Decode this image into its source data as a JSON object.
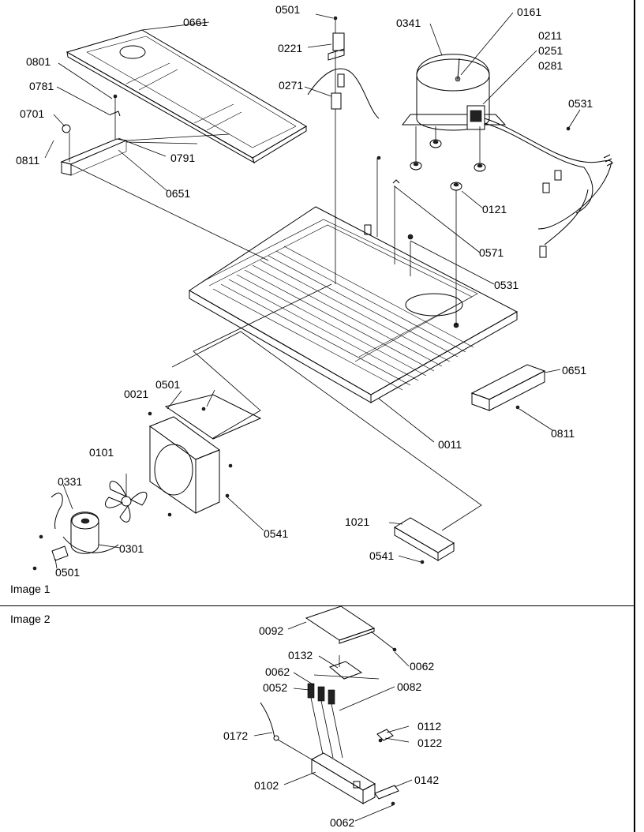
{
  "sections": {
    "image1": "Image 1",
    "image2": "Image 2"
  },
  "parts_image1": {
    "p0501_top": "0501",
    "p0161": "0161",
    "p0341": "0341",
    "p0211": "0211",
    "p0251": "0251",
    "p0281": "0281",
    "p0661": "0661",
    "p0221": "0221",
    "p0801": "0801",
    "p0781": "0781",
    "p0271": "0271",
    "p0531_top": "0531",
    "p0701": "0701",
    "p0811_left": "0811",
    "p0791": "0791",
    "p0651_left": "0651",
    "p0121": "0121",
    "p0571": "0571",
    "p0531_mid": "0531",
    "p0651_right": "0651",
    "p0021": "0021",
    "p0501_mid": "0501",
    "p0811_right": "0811",
    "p0011": "0011",
    "p0101": "0101",
    "p0331": "0331",
    "p0541_mid": "0541",
    "p0301": "0301",
    "p1021": "1021",
    "p0501_bottom": "0501",
    "p0541_bottom": "0541"
  },
  "parts_image2": {
    "p0092": "0092",
    "p0062_a": "0062",
    "p0132": "0132",
    "p0062_b": "0062",
    "p0082": "0082",
    "p0052": "0052",
    "p0112": "0112",
    "p0172": "0172",
    "p0122": "0122",
    "p0142": "0142",
    "p0102": "0102",
    "p0062_c": "0062"
  }
}
